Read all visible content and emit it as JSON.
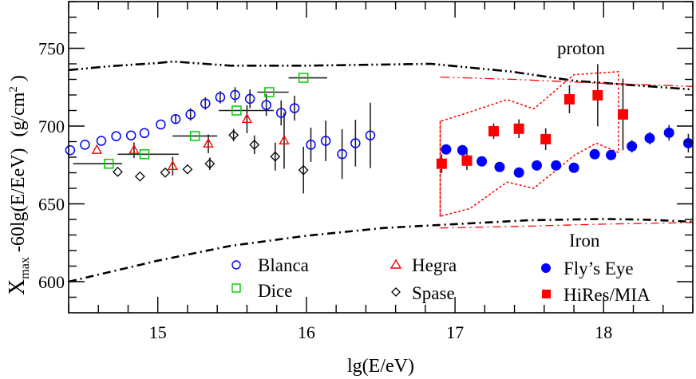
{
  "chart_data": {
    "type": "scatter",
    "title": "",
    "xlabel": "lg(E/eV)",
    "ylabel": "X_max -60lg(E/EeV)  (g/cm^2 )",
    "ylabel_parts": {
      "main": "X",
      "sub": "max",
      "rest": " -60lg(E/EeV)",
      "unit_pre": "(g/cm",
      "unit_sup": "2",
      "unit_post": " )"
    },
    "xlim": [
      14.4,
      18.6
    ],
    "ylim": [
      580,
      780
    ],
    "x_ticks": [
      15,
      16,
      17,
      18
    ],
    "x_tick_labels": [
      "15",
      "16",
      "17",
      "18"
    ],
    "x_minor_step": 0.2,
    "y_ticks": [
      600,
      650,
      700,
      750
    ],
    "y_tick_labels": [
      "600",
      "650",
      "700",
      "750"
    ],
    "y_minor_step": 10,
    "grid": false,
    "legend_position": "lower center/right inside axes",
    "annotations": [
      {
        "text": "proton",
        "x": 17.85,
        "y": 755
      },
      {
        "text": "Iron",
        "x": 18.1,
        "y": 631
      }
    ],
    "series": [
      {
        "name": "Blanca",
        "marker": "open-circle",
        "color": "#0000ff",
        "x": [
          14.41,
          14.51,
          14.62,
          14.72,
          14.82,
          14.91,
          15.02,
          15.12,
          15.22,
          15.32,
          15.42,
          15.52,
          15.62,
          15.73,
          15.83,
          15.92,
          16.03,
          16.13,
          16.24,
          16.33,
          16.43
        ],
        "y": [
          684.5,
          688,
          690.5,
          693.5,
          694,
          695.5,
          701,
          704.5,
          707.5,
          714.5,
          718.5,
          720,
          717.5,
          713.5,
          708.5,
          711.5,
          688,
          690.5,
          682,
          689,
          694
        ],
        "yerr": [
          0,
          0,
          0,
          0,
          0,
          0,
          0,
          3,
          4,
          4,
          4,
          5,
          6,
          7,
          8,
          8,
          11,
          13,
          16,
          15,
          21
        ]
      },
      {
        "name": "Dice",
        "marker": "open-square",
        "color": "#00cc00",
        "x": [
          14.67,
          14.91,
          15.25,
          15.53,
          15.75,
          15.98
        ],
        "y": [
          675.8,
          681.9,
          693.6,
          710,
          721.8,
          731
        ],
        "xerr_lo": [
          0.24,
          0.18,
          0.15,
          0.12,
          0.08,
          0.1
        ],
        "xerr_hi": [
          0.09,
          0.23,
          0.15,
          0.25,
          0.13,
          0.16
        ],
        "yerr": [
          0,
          0,
          0,
          0,
          0,
          0
        ]
      },
      {
        "name": "Hegra",
        "marker": "open-triangle",
        "color": "#ff0000",
        "x": [
          14.59,
          14.84,
          15.1,
          15.34,
          15.6,
          15.85
        ],
        "y": [
          684.5,
          684.5,
          674.2,
          688.6,
          704.4,
          690.6
        ],
        "yerr": [
          0,
          5,
          6,
          6,
          9,
          18
        ]
      },
      {
        "name": "Spase",
        "marker": "open-diamond",
        "color": "#000000",
        "x": [
          14.73,
          14.88,
          15.05,
          15.2,
          15.35,
          15.51,
          15.65,
          15.79,
          15.98
        ],
        "y": [
          670.6,
          667.6,
          670.1,
          672.2,
          675.8,
          694.2,
          688,
          680.4,
          671.7
        ],
        "yerr": [
          0,
          0,
          0,
          0,
          4,
          4,
          6,
          9,
          15
        ]
      },
      {
        "name": "Fly's Eye",
        "marker": "filled-circle",
        "color": "#0000ff",
        "x": [
          16.94,
          17.05,
          17.18,
          17.3,
          17.43,
          17.55,
          17.68,
          17.8,
          17.94,
          18.05,
          18.19,
          18.31,
          18.44,
          18.57
        ],
        "y": [
          685,
          684.5,
          677.3,
          673.7,
          670.1,
          674.7,
          674.7,
          673.2,
          681.9,
          681.4,
          687,
          692.2,
          695.7,
          689
        ],
        "yerr": [
          3,
          3,
          0,
          0,
          0,
          0,
          0,
          0,
          0,
          0,
          4,
          4,
          5,
          6
        ]
      },
      {
        "name": "HiRes/MIA",
        "marker": "filled-square",
        "color": "#ff0000",
        "x": [
          16.91,
          17.08,
          17.26,
          17.43,
          17.61,
          17.77,
          17.96,
          18.13
        ],
        "y": [
          675.8,
          677.8,
          696.7,
          698.3,
          691.6,
          717.2,
          719.8,
          707.5
        ],
        "yerr": [
          6,
          6,
          5,
          6,
          7,
          9,
          20,
          23
        ]
      }
    ],
    "lines": [
      {
        "name": "proton (model)",
        "style": "dash-dot-dot",
        "color": "#000000",
        "x": [
          14.4,
          14.68,
          15.0,
          15.1,
          15.49,
          16.0,
          16.84,
          17.38,
          17.81,
          18.6
        ],
        "y": [
          736,
          738.5,
          740.5,
          741.5,
          738.8,
          738.8,
          740,
          735,
          729,
          723.5
        ]
      },
      {
        "name": "iron (model)",
        "style": "dash-dot",
        "color": "#000000",
        "x": [
          14.4,
          15.0,
          15.49,
          16.0,
          16.52,
          17.0,
          17.5,
          18.0,
          18.3,
          18.6
        ],
        "y": [
          600,
          613.5,
          623,
          629.5,
          634.5,
          637,
          639.5,
          640.3,
          639.8,
          638.5
        ]
      },
      {
        "name": "HiRes/MIA proton band line",
        "style": "dash-dot-dot",
        "color": "#ff0000",
        "x": [
          16.9,
          17.4,
          18.0,
          18.6
        ],
        "y": [
          731.5,
          730,
          727.5,
          725.5
        ]
      },
      {
        "name": "HiRes/MIA iron band line",
        "style": "dash-dot",
        "color": "#ff0000",
        "x": [
          16.9,
          17.4,
          18.0,
          18.6
        ],
        "y": [
          634.5,
          635.5,
          637,
          638
        ]
      },
      {
        "name": "HiRes/MIA systematic band upper",
        "style": "dotted",
        "color": "#ff0000",
        "x": [
          16.9,
          16.9,
          17.1,
          17.35,
          17.53,
          17.8,
          17.95,
          18.1,
          18.1
        ],
        "y": [
          642,
          703,
          709,
          717,
          711,
          733,
          734,
          735,
          705
        ]
      },
      {
        "name": "HiRes/MIA systematic band lower",
        "style": "dotted",
        "color": "#ff0000",
        "x": [
          16.9,
          16.9,
          17.1,
          17.35,
          17.53,
          17.8,
          17.95,
          18.1,
          18.1
        ],
        "y": [
          703,
          642,
          647,
          664,
          660,
          681,
          689,
          683,
          705
        ]
      }
    ],
    "legend": [
      {
        "label": "Blanca",
        "marker": "open-circle",
        "color": "#0000ff"
      },
      {
        "label": "Dice",
        "marker": "open-square",
        "color": "#00cc00"
      },
      {
        "label": "Hegra",
        "marker": "open-triangle",
        "color": "#ff0000"
      },
      {
        "label": "Spase",
        "marker": "open-diamond",
        "color": "#000000"
      },
      {
        "label": "Fly’s Eye",
        "marker": "filled-circle",
        "color": "#0000ff"
      },
      {
        "label": "HiRes/MIA",
        "marker": "filled-square",
        "color": "#ff0000"
      }
    ]
  }
}
